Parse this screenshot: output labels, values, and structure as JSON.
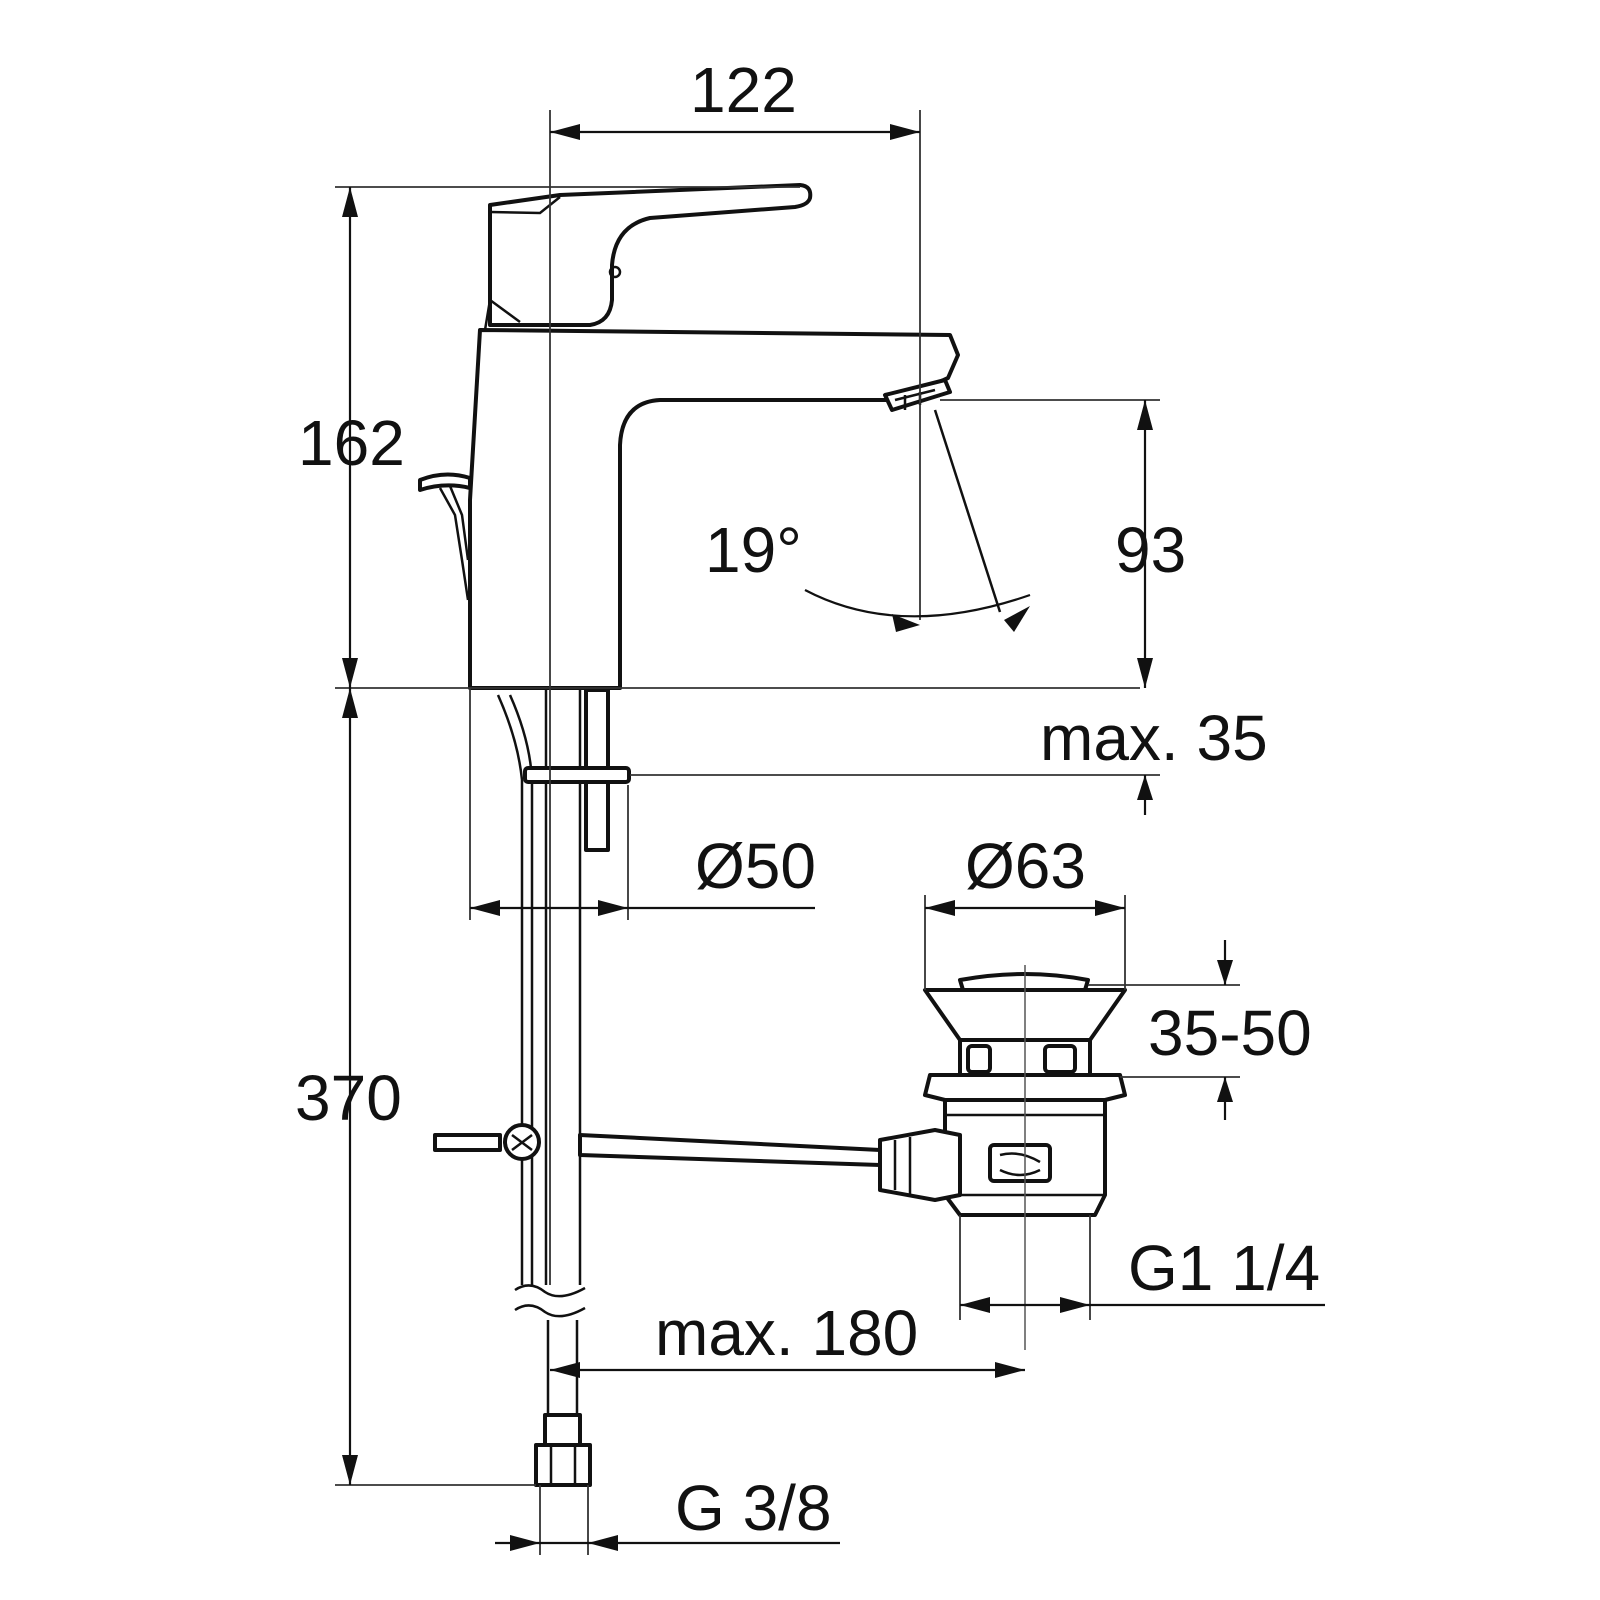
{
  "diagram": {
    "dimensions": {
      "width_122": "122",
      "height_162": "162",
      "spout_93": "93",
      "angle_19": "19°",
      "max_35": "max. 35",
      "dia_50": "Ø50",
      "dia_63": "Ø63",
      "range_35_50": "35-50",
      "height_370": "370",
      "thread_g1_1_4": "G1 1/4",
      "max_180": "max. 180",
      "thread_g3_8": "G 3/8"
    }
  }
}
